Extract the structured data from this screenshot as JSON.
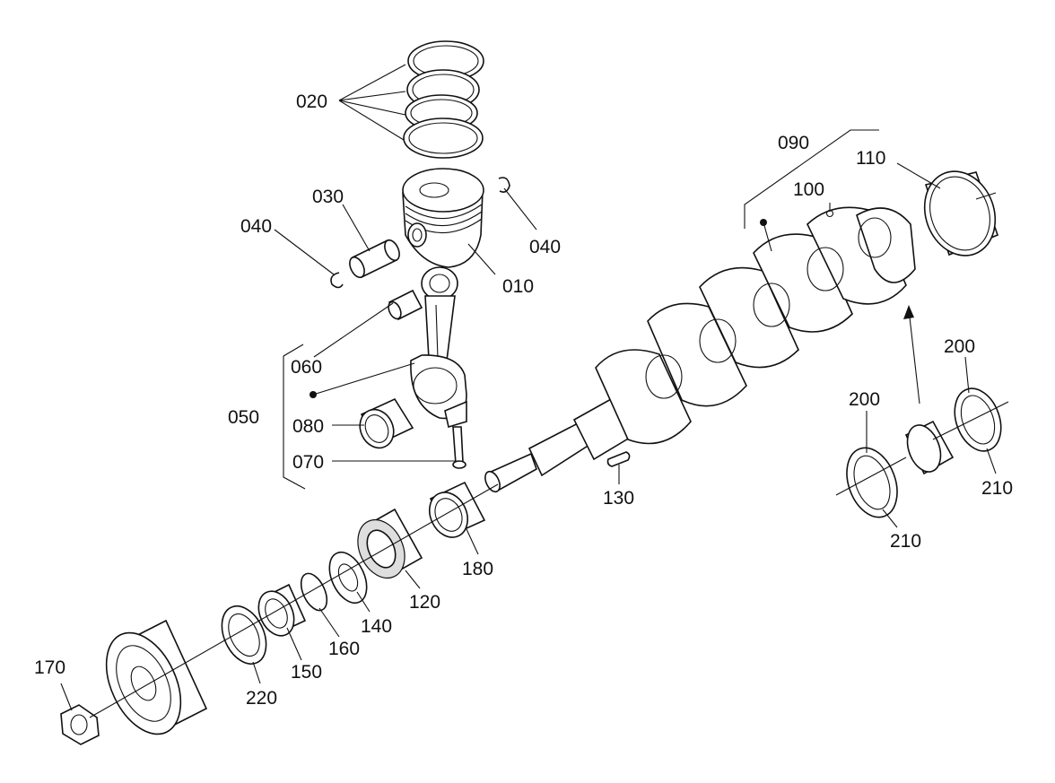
{
  "parts": {
    "p010": "010",
    "p020": "020",
    "p030": "030",
    "p040a": "040",
    "p040b": "040",
    "p050": "050",
    "p060": "060",
    "p070": "070",
    "p080": "080",
    "p090": "090",
    "p100": "100",
    "p110": "110",
    "p120": "120",
    "p130": "130",
    "p140": "140",
    "p150": "150",
    "p160": "160",
    "p170": "170",
    "p180": "180",
    "p200a": "200",
    "p200b": "200",
    "p210a": "210",
    "p210b": "210",
    "p220": "220"
  }
}
